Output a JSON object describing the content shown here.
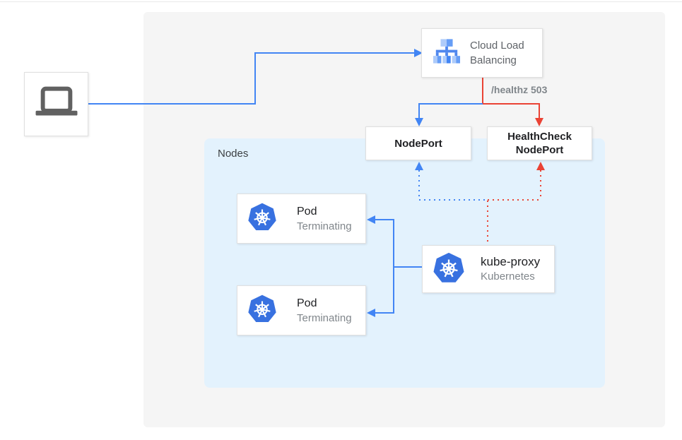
{
  "client": {
    "icon": "laptop-icon"
  },
  "cloud_load_balancing": {
    "icon": "cloud-load-balancing-icon",
    "label_line1": "Cloud Load",
    "label_line2": "Balancing"
  },
  "edge_labels": {
    "healthz": "/healthz 503"
  },
  "nodeport": {
    "label": "NodePort"
  },
  "healthcheck_nodeport": {
    "label_line1": "HealthCheck",
    "label_line2": "NodePort"
  },
  "nodes_group": {
    "label": "Nodes"
  },
  "pods": [
    {
      "icon": "kubernetes-icon",
      "title": "Pod",
      "status": "Terminating"
    },
    {
      "icon": "kubernetes-icon",
      "title": "Pod",
      "status": "Terminating"
    }
  ],
  "kube_proxy": {
    "icon": "kubernetes-icon",
    "title": "kube-proxy",
    "subtitle": "Kubernetes"
  },
  "colors": {
    "blue": "#4285f4",
    "red": "#ea4335",
    "nodes_background": "#e3f2fd",
    "panel_background": "#f5f5f5",
    "kubernetes_blue": "#3871e0",
    "icon_gray": "#616161"
  }
}
